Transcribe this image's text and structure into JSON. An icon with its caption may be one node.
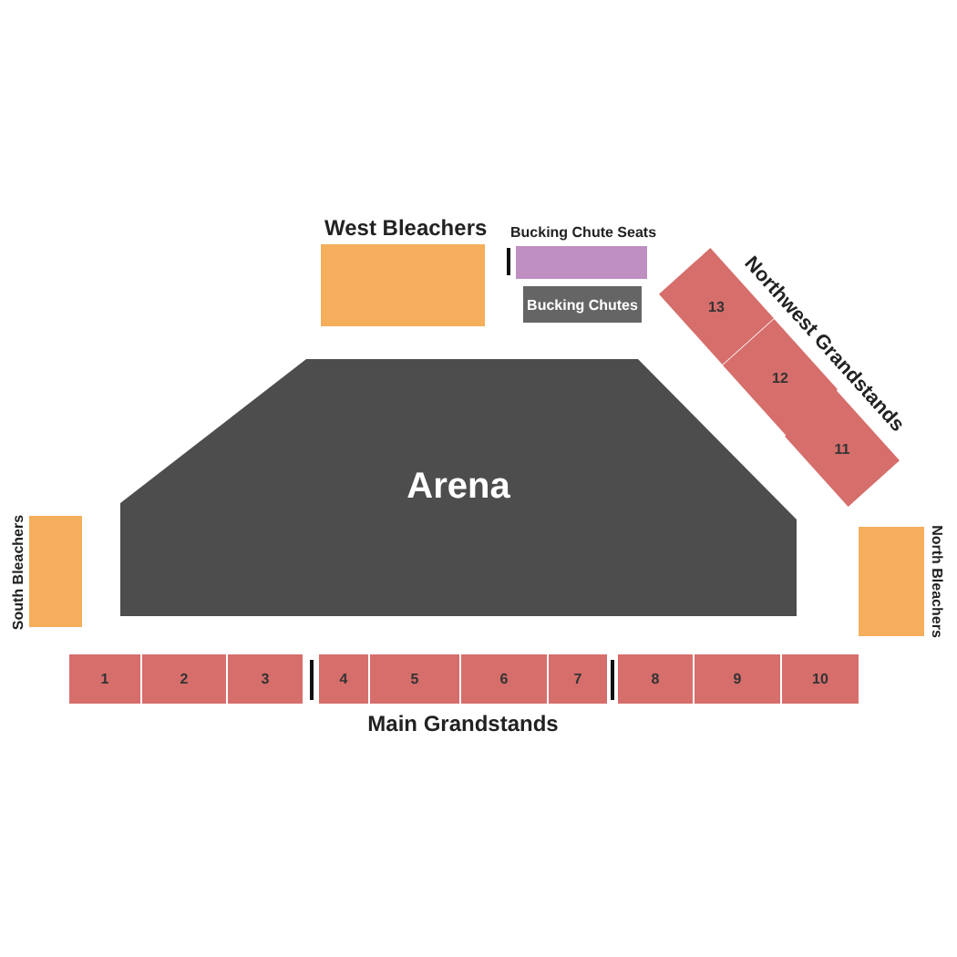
{
  "diagram": {
    "nodes": [
      {
        "text": [
          "Arena"
        ]
      },
      {
        "text": [
          "West Bleachers"
        ]
      },
      {
        "text": [
          "Bucking Chute Seats"
        ]
      },
      {
        "text": [
          "Bucking Chutes"
        ]
      },
      {
        "text": [
          "13"
        ]
      },
      {
        "text": [
          "12"
        ]
      },
      {
        "text": [
          "11"
        ]
      },
      {
        "text": [
          "South Bleachers"
        ]
      },
      {
        "text": [
          "North Bleachers"
        ]
      },
      {
        "text": [
          "1"
        ]
      },
      {
        "text": [
          "2"
        ]
      },
      {
        "text": [
          "3"
        ]
      },
      {
        "text": [
          "4"
        ]
      },
      {
        "text": [
          "5"
        ]
      },
      {
        "text": [
          "6"
        ]
      },
      {
        "text": [
          "7"
        ]
      },
      {
        "text": [
          "8"
        ]
      },
      {
        "text": [
          "9"
        ]
      },
      {
        "text": [
          "10"
        ]
      }
    ],
    "labels": [
      "Northwest Grandstands",
      "Main Grandstands"
    ]
  }
}
